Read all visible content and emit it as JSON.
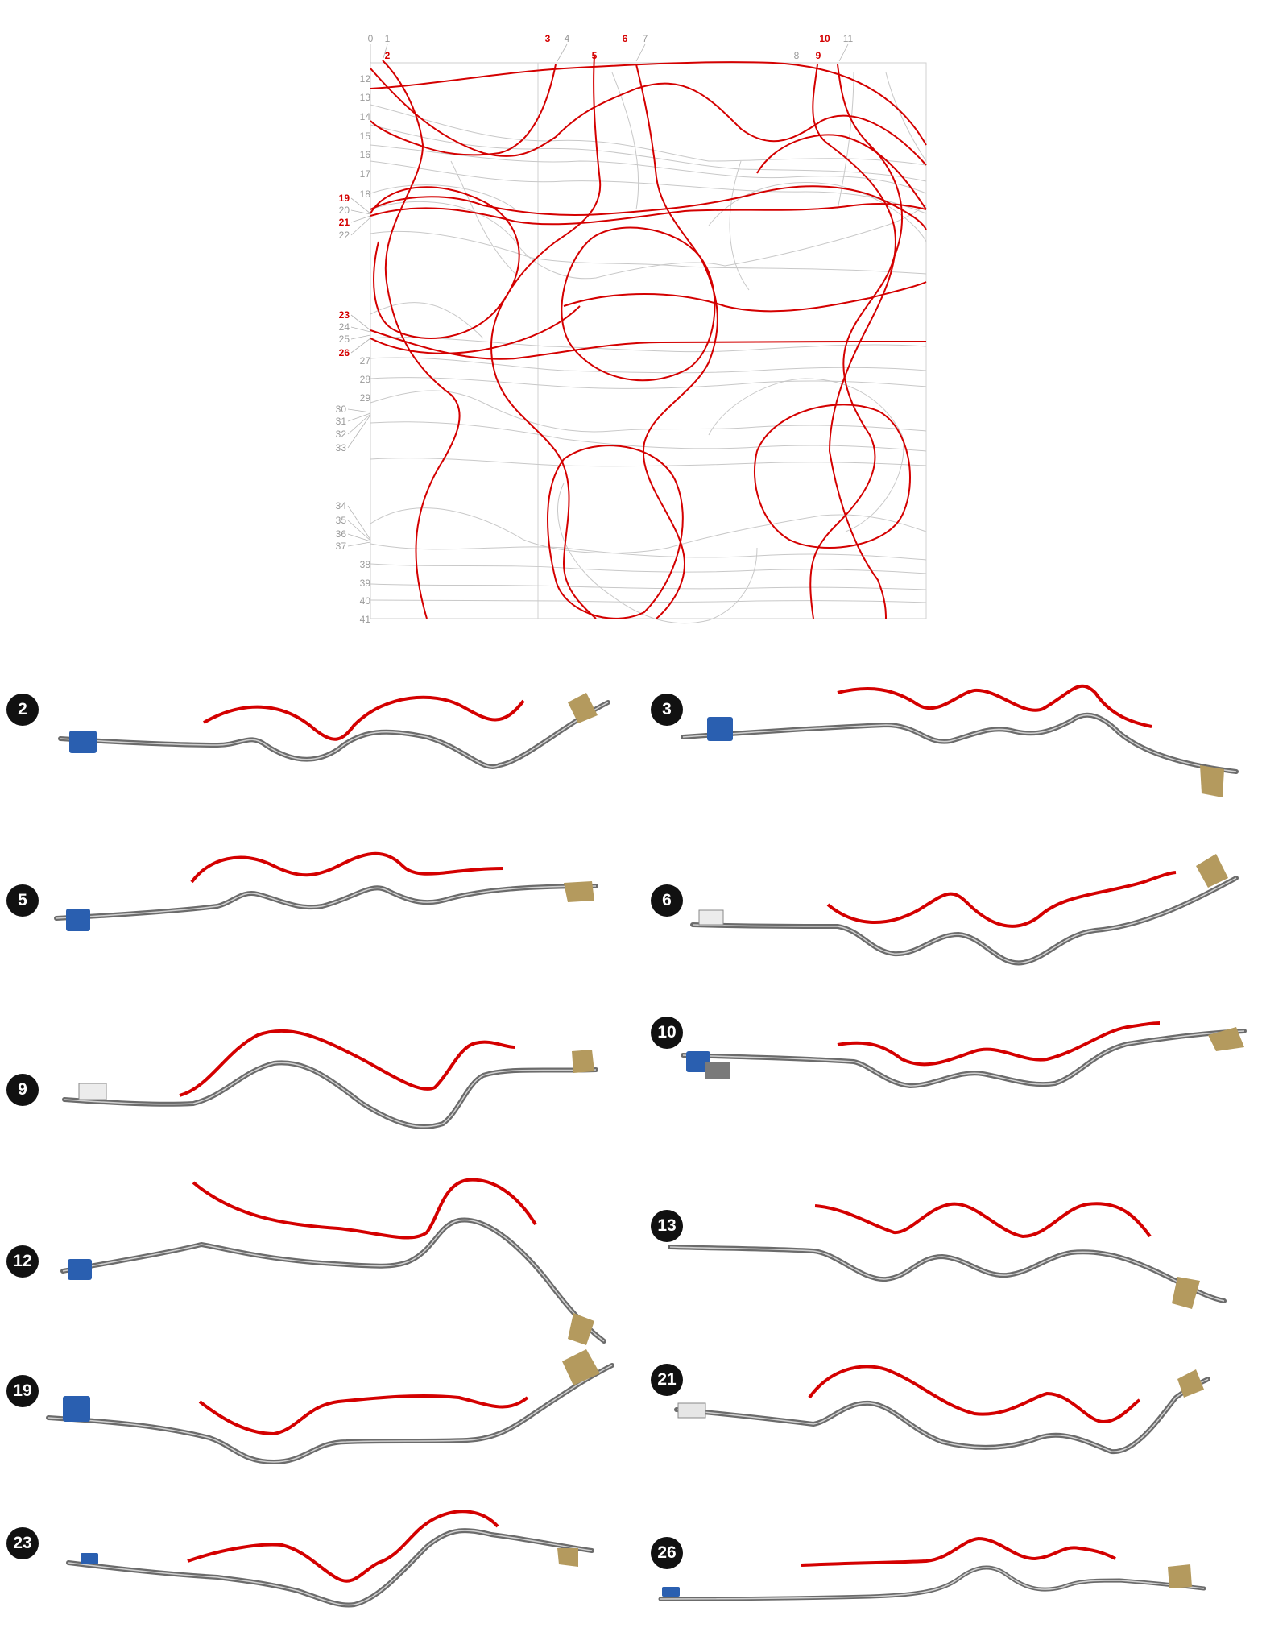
{
  "diagram": {
    "column_labels": [
      {
        "text": "0",
        "highlight": false
      },
      {
        "text": "1",
        "highlight": false
      },
      {
        "text": "2",
        "highlight": true
      },
      {
        "text": "3",
        "highlight": true
      },
      {
        "text": "4",
        "highlight": false
      },
      {
        "text": "5",
        "highlight": true
      },
      {
        "text": "6",
        "highlight": true
      },
      {
        "text": "7",
        "highlight": false
      },
      {
        "text": "8",
        "highlight": false
      },
      {
        "text": "9",
        "highlight": true
      },
      {
        "text": "10",
        "highlight": true
      },
      {
        "text": "11",
        "highlight": false
      }
    ],
    "row_labels": [
      {
        "text": "12",
        "highlight": false
      },
      {
        "text": "13",
        "highlight": false
      },
      {
        "text": "14",
        "highlight": false
      },
      {
        "text": "15",
        "highlight": false
      },
      {
        "text": "16",
        "highlight": false
      },
      {
        "text": "17",
        "highlight": false
      },
      {
        "text": "18",
        "highlight": false
      },
      {
        "text": "19",
        "highlight": true
      },
      {
        "text": "20",
        "highlight": false
      },
      {
        "text": "21",
        "highlight": true
      },
      {
        "text": "22",
        "highlight": false
      },
      {
        "text": "23",
        "highlight": true
      },
      {
        "text": "24",
        "highlight": false
      },
      {
        "text": "25",
        "highlight": false
      },
      {
        "text": "26",
        "highlight": true
      },
      {
        "text": "27",
        "highlight": false
      },
      {
        "text": "28",
        "highlight": false
      },
      {
        "text": "29",
        "highlight": false
      },
      {
        "text": "30",
        "highlight": false
      },
      {
        "text": "31",
        "highlight": false
      },
      {
        "text": "32",
        "highlight": false
      },
      {
        "text": "33",
        "highlight": false
      },
      {
        "text": "34",
        "highlight": false
      },
      {
        "text": "35",
        "highlight": false
      },
      {
        "text": "36",
        "highlight": false
      },
      {
        "text": "37",
        "highlight": false
      },
      {
        "text": "38",
        "highlight": false
      },
      {
        "text": "39",
        "highlight": false
      },
      {
        "text": "40",
        "highlight": false
      },
      {
        "text": "41",
        "highlight": false
      }
    ]
  },
  "specimens": [
    {
      "number": "2"
    },
    {
      "number": "3"
    },
    {
      "number": "5"
    },
    {
      "number": "6"
    },
    {
      "number": "9"
    },
    {
      "number": "10"
    },
    {
      "number": "12"
    },
    {
      "number": "13"
    },
    {
      "number": "19"
    },
    {
      "number": "21"
    },
    {
      "number": "23"
    },
    {
      "number": "26"
    }
  ],
  "colors": {
    "highlight_curve": "#d40000",
    "grid_curve": "#c8c8c8",
    "rod_dark": "#4a4a4a",
    "rod_light": "#b8b8b8",
    "tape_blue": "#2a5fb0",
    "tape_tan": "#b49a5e",
    "badge": "#111111"
  }
}
